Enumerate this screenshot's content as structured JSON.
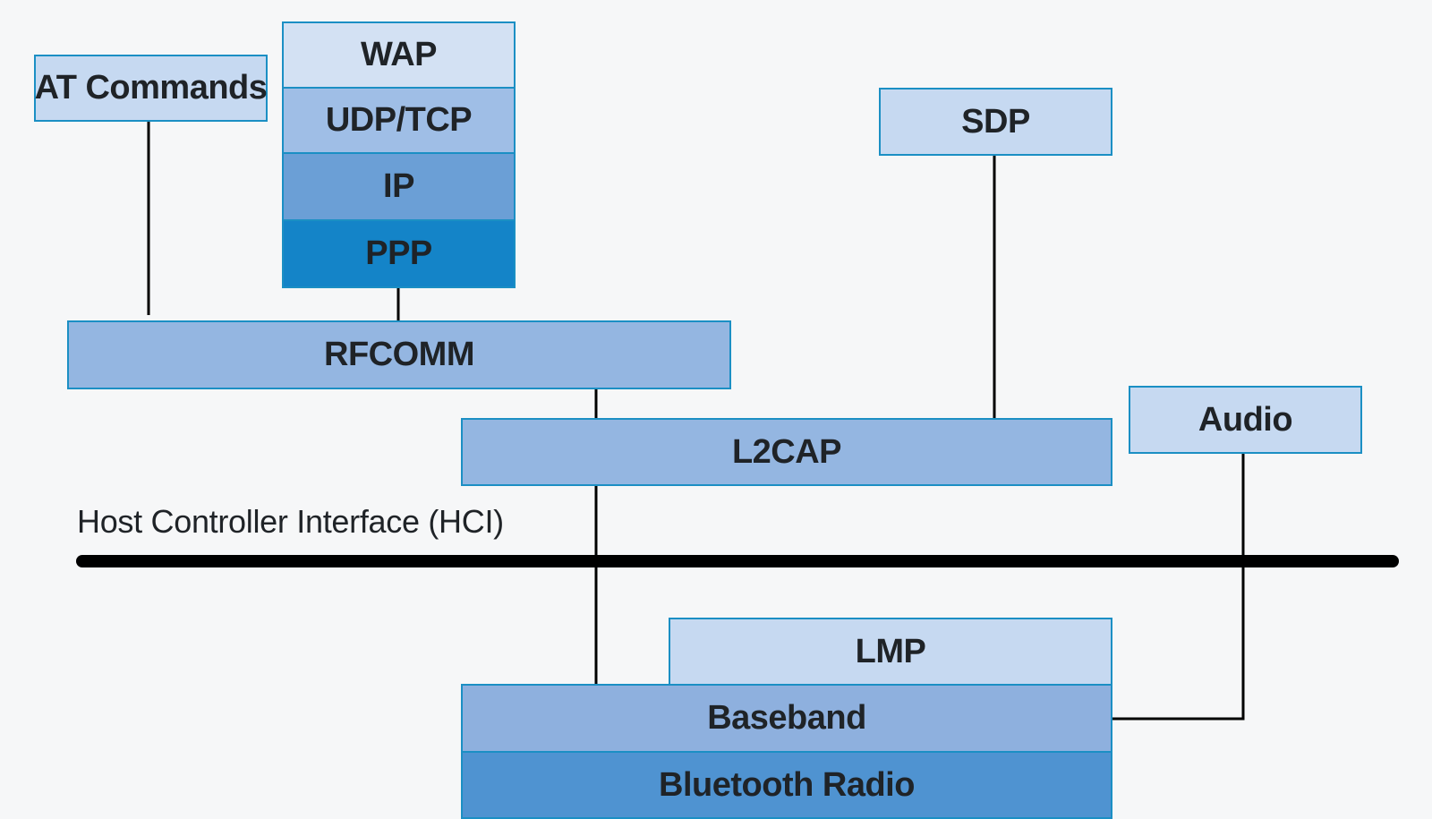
{
  "layers": {
    "at_commands": "AT Commands",
    "wap": "WAP",
    "udp_tcp": "UDP/TCP",
    "ip": "IP",
    "ppp": "PPP",
    "sdp": "SDP",
    "rfcomm": "RFCOMM",
    "l2cap": "L2CAP",
    "audio": "Audio",
    "lmp": "LMP",
    "baseband": "Baseband",
    "bluetooth_radio": "Bluetooth Radio"
  },
  "hci_label": "Host Controller Interface (HCI)",
  "colors": {
    "border": "#1b8fc4",
    "line": "#000000",
    "text": "#1f2327",
    "ppp_fill": "#1484c8"
  }
}
